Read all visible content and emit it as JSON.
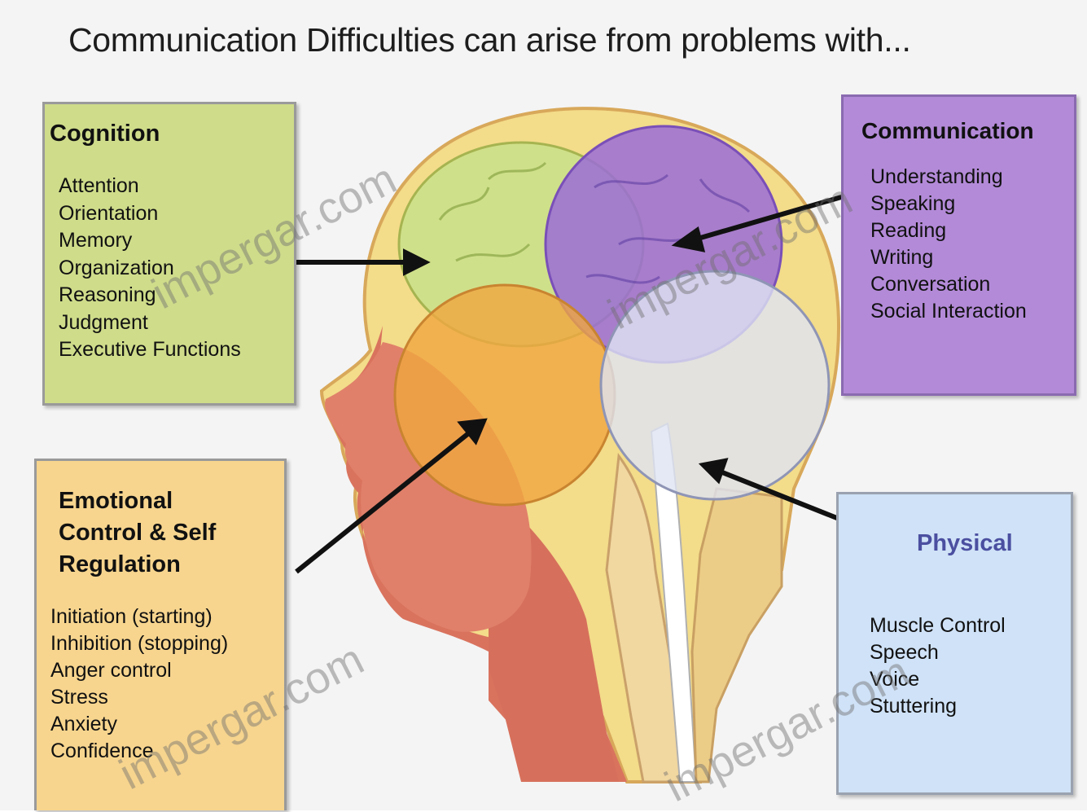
{
  "title": "Communication Difficulties can arise  from problems with...",
  "cognition": {
    "heading": "Cognition",
    "items": [
      "Attention",
      "Orientation",
      "Memory",
      "Organization",
      "Reasoning",
      "Judgment",
      "Executive Functions"
    ],
    "color": "#cfdc8a"
  },
  "communication": {
    "heading": "Communication",
    "items": [
      "Understanding",
      "Speaking",
      "Reading",
      "Writing",
      "Conversation",
      "Social Interaction"
    ],
    "color": "#b38ad8"
  },
  "emotional": {
    "heading_lines": [
      "Emotional",
      "Control & Self",
      "Regulation"
    ],
    "items": [
      "Initiation (starting)",
      "Inhibition (stopping)",
      "Anger control",
      "Stress",
      "Anxiety",
      "Confidence"
    ],
    "color": "#f7d58e"
  },
  "physical": {
    "heading": "Physical",
    "items": [
      "Muscle Control",
      "Speech",
      "Voice",
      "Stuttering"
    ],
    "color": "#cfe2f7"
  },
  "watermarks": [
    "impergar.com",
    "impergar.com",
    "impergar.com",
    "impergar.com"
  ]
}
